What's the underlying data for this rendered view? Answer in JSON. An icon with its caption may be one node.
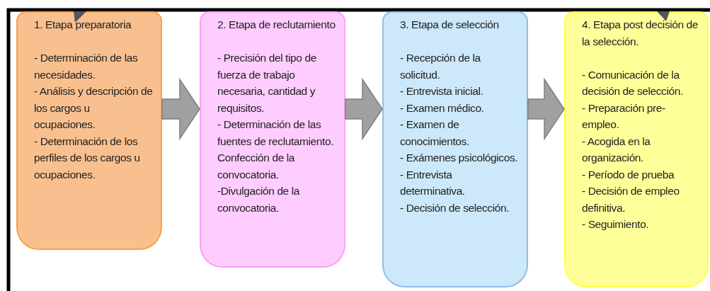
{
  "diagram": {
    "nodes": [
      {
        "text": [
          "1. Etapa preparatoria",
          "- Determinación de las necesidades.",
          "- Análisis y descripción de los cargos u ocupaciones.",
          "- Determinación de los perfiles de los cargos u ocupaciones."
        ]
      },
      {
        "text": [
          "2. Etapa de reclutamiento",
          "- Precisión del tipo de fuerza de trabajo necesaria, cantidad y requisitos.",
          "- Determinación de las fuentes de reclutamiento.",
          "Confección de la convocatoria.",
          "-Divulgación de la convocatoria."
        ]
      },
      {
        "text": [
          "3. Etapa de selección",
          "- Recepción de la solicitud.",
          "- Entrevista inicial.",
          "- Examen médico.",
          "- Examen de conocimientos.",
          "- Exámenes psicológicos.",
          "- Entrevista determinativa.",
          "- Decisión de selección."
        ]
      },
      {
        "text": [
          "4. Etapa post decisión de la selección.",
          "- Comunicación de la decisión de selección.",
          "- Preparación pre-empleo.",
          "- Acogida en la organización.",
          "- Período de prueba",
          "- Decisión de empleo definitiva.",
          "- Seguimiento."
        ]
      }
    ],
    "edges": [
      {
        "from": 0,
        "to": 1,
        "arrow": "to"
      },
      {
        "from": 1,
        "to": 2,
        "arrow": "to"
      },
      {
        "from": 2,
        "to": 3,
        "arrow": "to"
      }
    ]
  }
}
